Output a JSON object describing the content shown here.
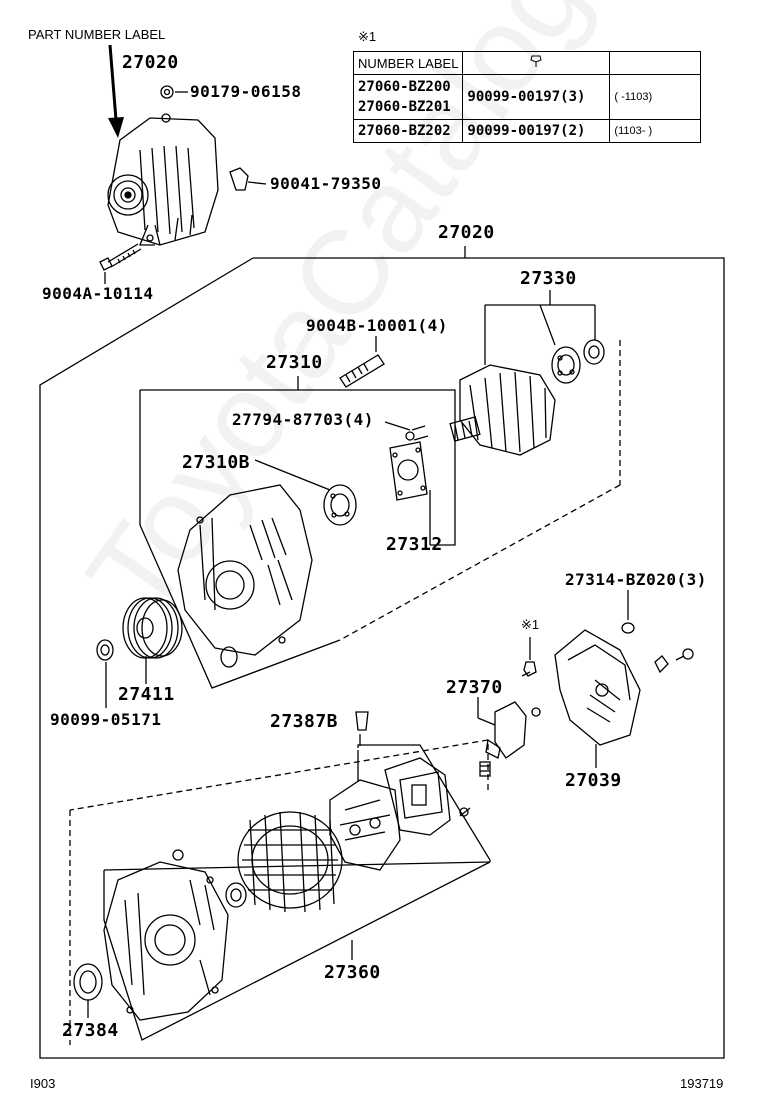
{
  "header": {
    "part_number_label": "PART NUMBER LABEL",
    "note_marker": "※1"
  },
  "table": {
    "col_number_label": "NUMBER LABEL",
    "col_bolt_icon": "bolt-icon",
    "rows": [
      {
        "numbers": [
          "27060-BZ200",
          "27060-BZ201"
        ],
        "part": "90099-00197(3)",
        "range": "(      -1103)"
      },
      {
        "numbers": [
          "27060-BZ202"
        ],
        "part": "90099-00197(2)",
        "range": "(1103-      )"
      }
    ]
  },
  "labels": {
    "p27020_top": "27020",
    "p90179": "90179-06158",
    "p90041": "90041-79350",
    "p9004A": "9004A-10114",
    "p27020_assy": "27020",
    "p27330": "27330",
    "p9004B": "9004B-10001(4)",
    "p27310": "27310",
    "p27794": "27794-87703(4)",
    "p27310B": "27310B",
    "p27312": "27312",
    "p27314": "27314-BZ020(3)",
    "note1": "※1",
    "p27370": "27370",
    "p27411": "27411",
    "p90099_05171": "90099-05171",
    "p27387B": "27387B",
    "p27039": "27039",
    "p27360": "27360",
    "p27384": "27384"
  },
  "footer": {
    "left": "I903",
    "right": "193719"
  },
  "watermark": "ToyotaCatalog.ru"
}
